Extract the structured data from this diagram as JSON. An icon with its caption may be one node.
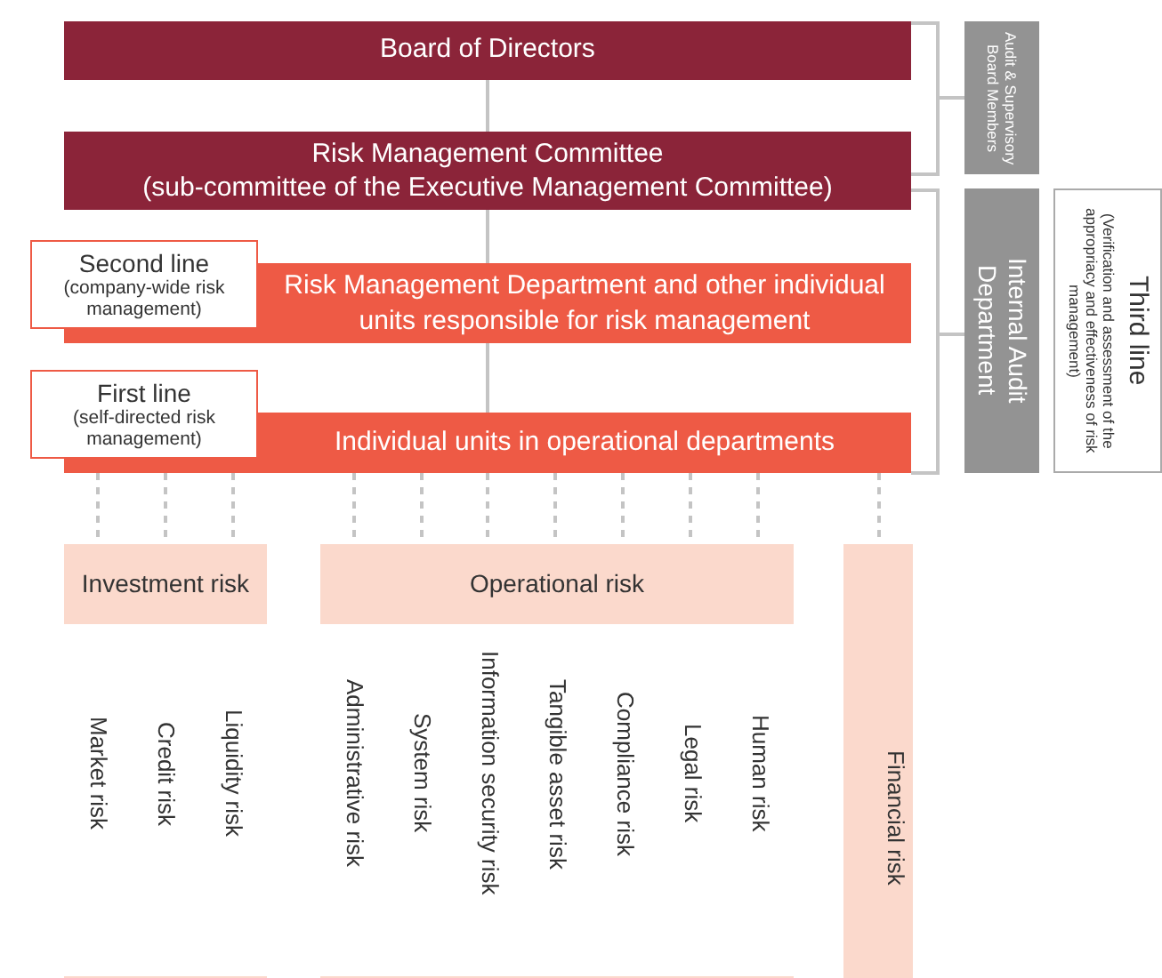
{
  "diagram": {
    "nodes": [
      {
        "text": [
          "Board of Directors"
        ]
      },
      {
        "text": [
          "Risk Management Committee",
          "(sub-committee of the Executive Management Committee)"
        ]
      },
      {
        "text": [
          "Second line",
          "(company-wide risk management)"
        ]
      },
      {
        "text": [
          "Risk Management Department and other individual units responsible for risk management"
        ]
      },
      {
        "text": [
          "First line",
          "(self-directed risk management)"
        ]
      },
      {
        "text": [
          "Individual units in operational departments"
        ]
      },
      {
        "text": [
          "Audit & Supervisory Board Members"
        ]
      },
      {
        "text": [
          "Internal Audit Department"
        ]
      },
      {
        "text": [
          "Third line",
          "(Verification and assessment of the appropriacy and effectiveness of risk management)"
        ]
      },
      {
        "text": [
          "Investment risk"
        ]
      },
      {
        "text": [
          "Market risk"
        ]
      },
      {
        "text": [
          "Credit risk"
        ]
      },
      {
        "text": [
          "Liquidity risk"
        ]
      },
      {
        "text": [
          "Operational risk"
        ]
      },
      {
        "text": [
          "Administrative risk"
        ]
      },
      {
        "text": [
          "System risk"
        ]
      },
      {
        "text": [
          "Information security risk"
        ]
      },
      {
        "text": [
          "Tangible asset risk"
        ]
      },
      {
        "text": [
          "Compliance risk"
        ]
      },
      {
        "text": [
          "Legal risk"
        ]
      },
      {
        "text": [
          "Human risk"
        ]
      },
      {
        "text": [
          "Financial risk"
        ]
      }
    ],
    "edges": [
      {
        "from": 0,
        "to": 1,
        "arrow": "none"
      },
      {
        "from": 1,
        "to": 3,
        "arrow": "none"
      },
      {
        "from": 3,
        "to": 5,
        "arrow": "none"
      },
      {
        "from": 0,
        "to": 6,
        "arrow": "none"
      },
      {
        "from": 1,
        "to": 6,
        "arrow": "none"
      },
      {
        "from": 1,
        "to": 7,
        "arrow": "none"
      },
      {
        "from": 5,
        "to": 7,
        "arrow": "none"
      },
      {
        "from": 5,
        "to": 9,
        "arrow": "none",
        "style": "dashed"
      },
      {
        "from": 5,
        "to": 9,
        "arrow": "none",
        "style": "dashed"
      },
      {
        "from": 5,
        "to": 9,
        "arrow": "none",
        "style": "dashed"
      },
      {
        "from": 5,
        "to": 13,
        "arrow": "none",
        "style": "dashed"
      },
      {
        "from": 5,
        "to": 13,
        "arrow": "none",
        "style": "dashed"
      },
      {
        "from": 5,
        "to": 13,
        "arrow": "none",
        "style": "dashed"
      },
      {
        "from": 5,
        "to": 13,
        "arrow": "none",
        "style": "dashed"
      },
      {
        "from": 5,
        "to": 13,
        "arrow": "none",
        "style": "dashed"
      },
      {
        "from": 5,
        "to": 13,
        "arrow": "none",
        "style": "dashed"
      },
      {
        "from": 5,
        "to": 13,
        "arrow": "none",
        "style": "dashed"
      },
      {
        "from": 5,
        "to": 21,
        "arrow": "none",
        "style": "dashed"
      }
    ]
  }
}
